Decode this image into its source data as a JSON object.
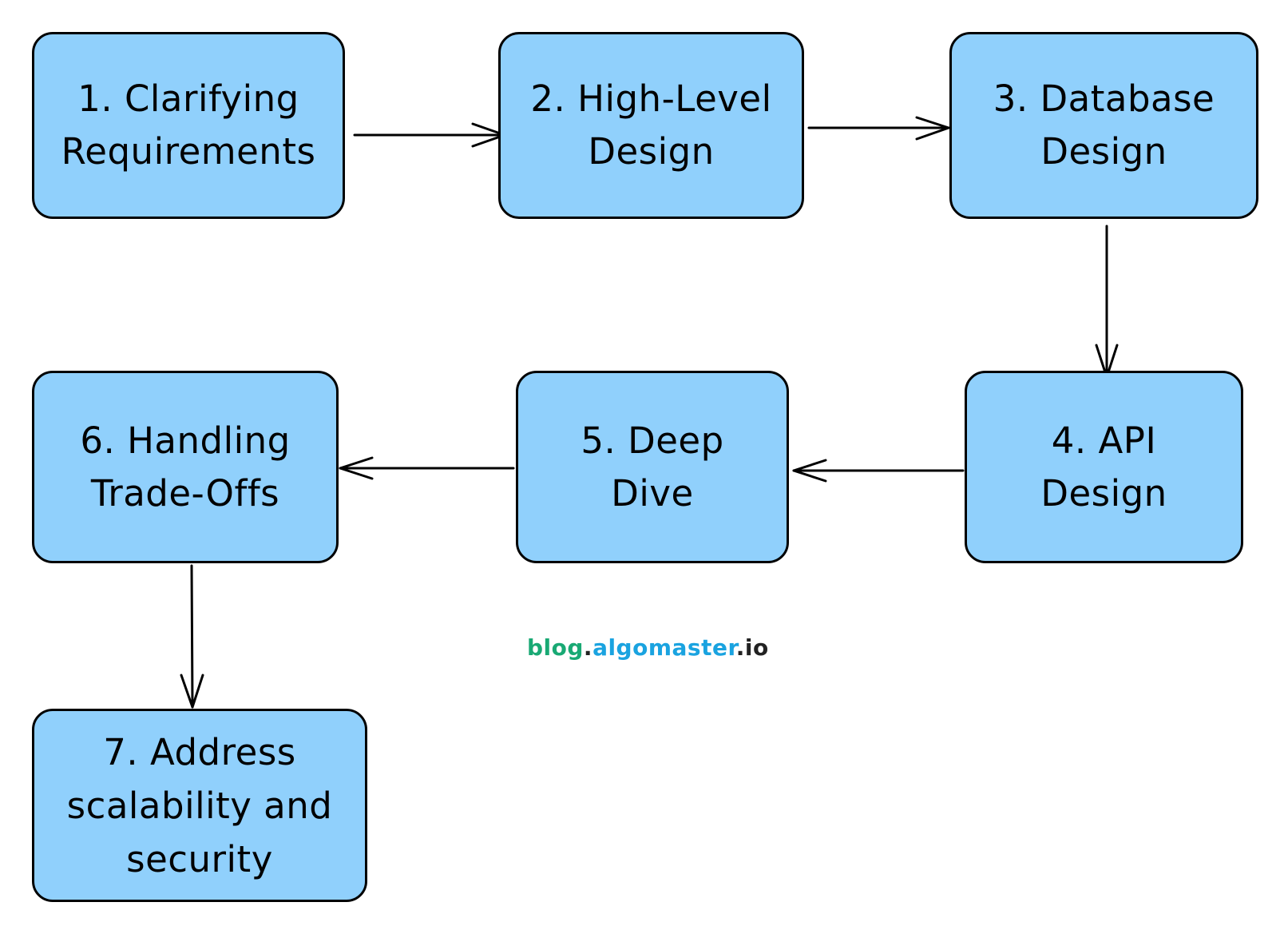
{
  "steps": [
    {
      "label": "1. Clarifying\nRequirements"
    },
    {
      "label": "2. High-Level\nDesign"
    },
    {
      "label": "3. Database\nDesign"
    },
    {
      "label": "4. API\nDesign"
    },
    {
      "label": "5. Deep\nDive"
    },
    {
      "label": "6. Handling\nTrade-Offs"
    },
    {
      "label": "7. Address\nscalability and\nsecurity"
    }
  ],
  "watermark": {
    "part1": "blog",
    "dot1": ".",
    "part2": "algomaster",
    "dot2": ".",
    "part3": "io"
  },
  "colors": {
    "box_fill": "#90d0fc",
    "box_border": "#000000",
    "watermark_blog": "#19a974",
    "watermark_algomaster": "#1aa3e0",
    "watermark_io": "#222222"
  }
}
